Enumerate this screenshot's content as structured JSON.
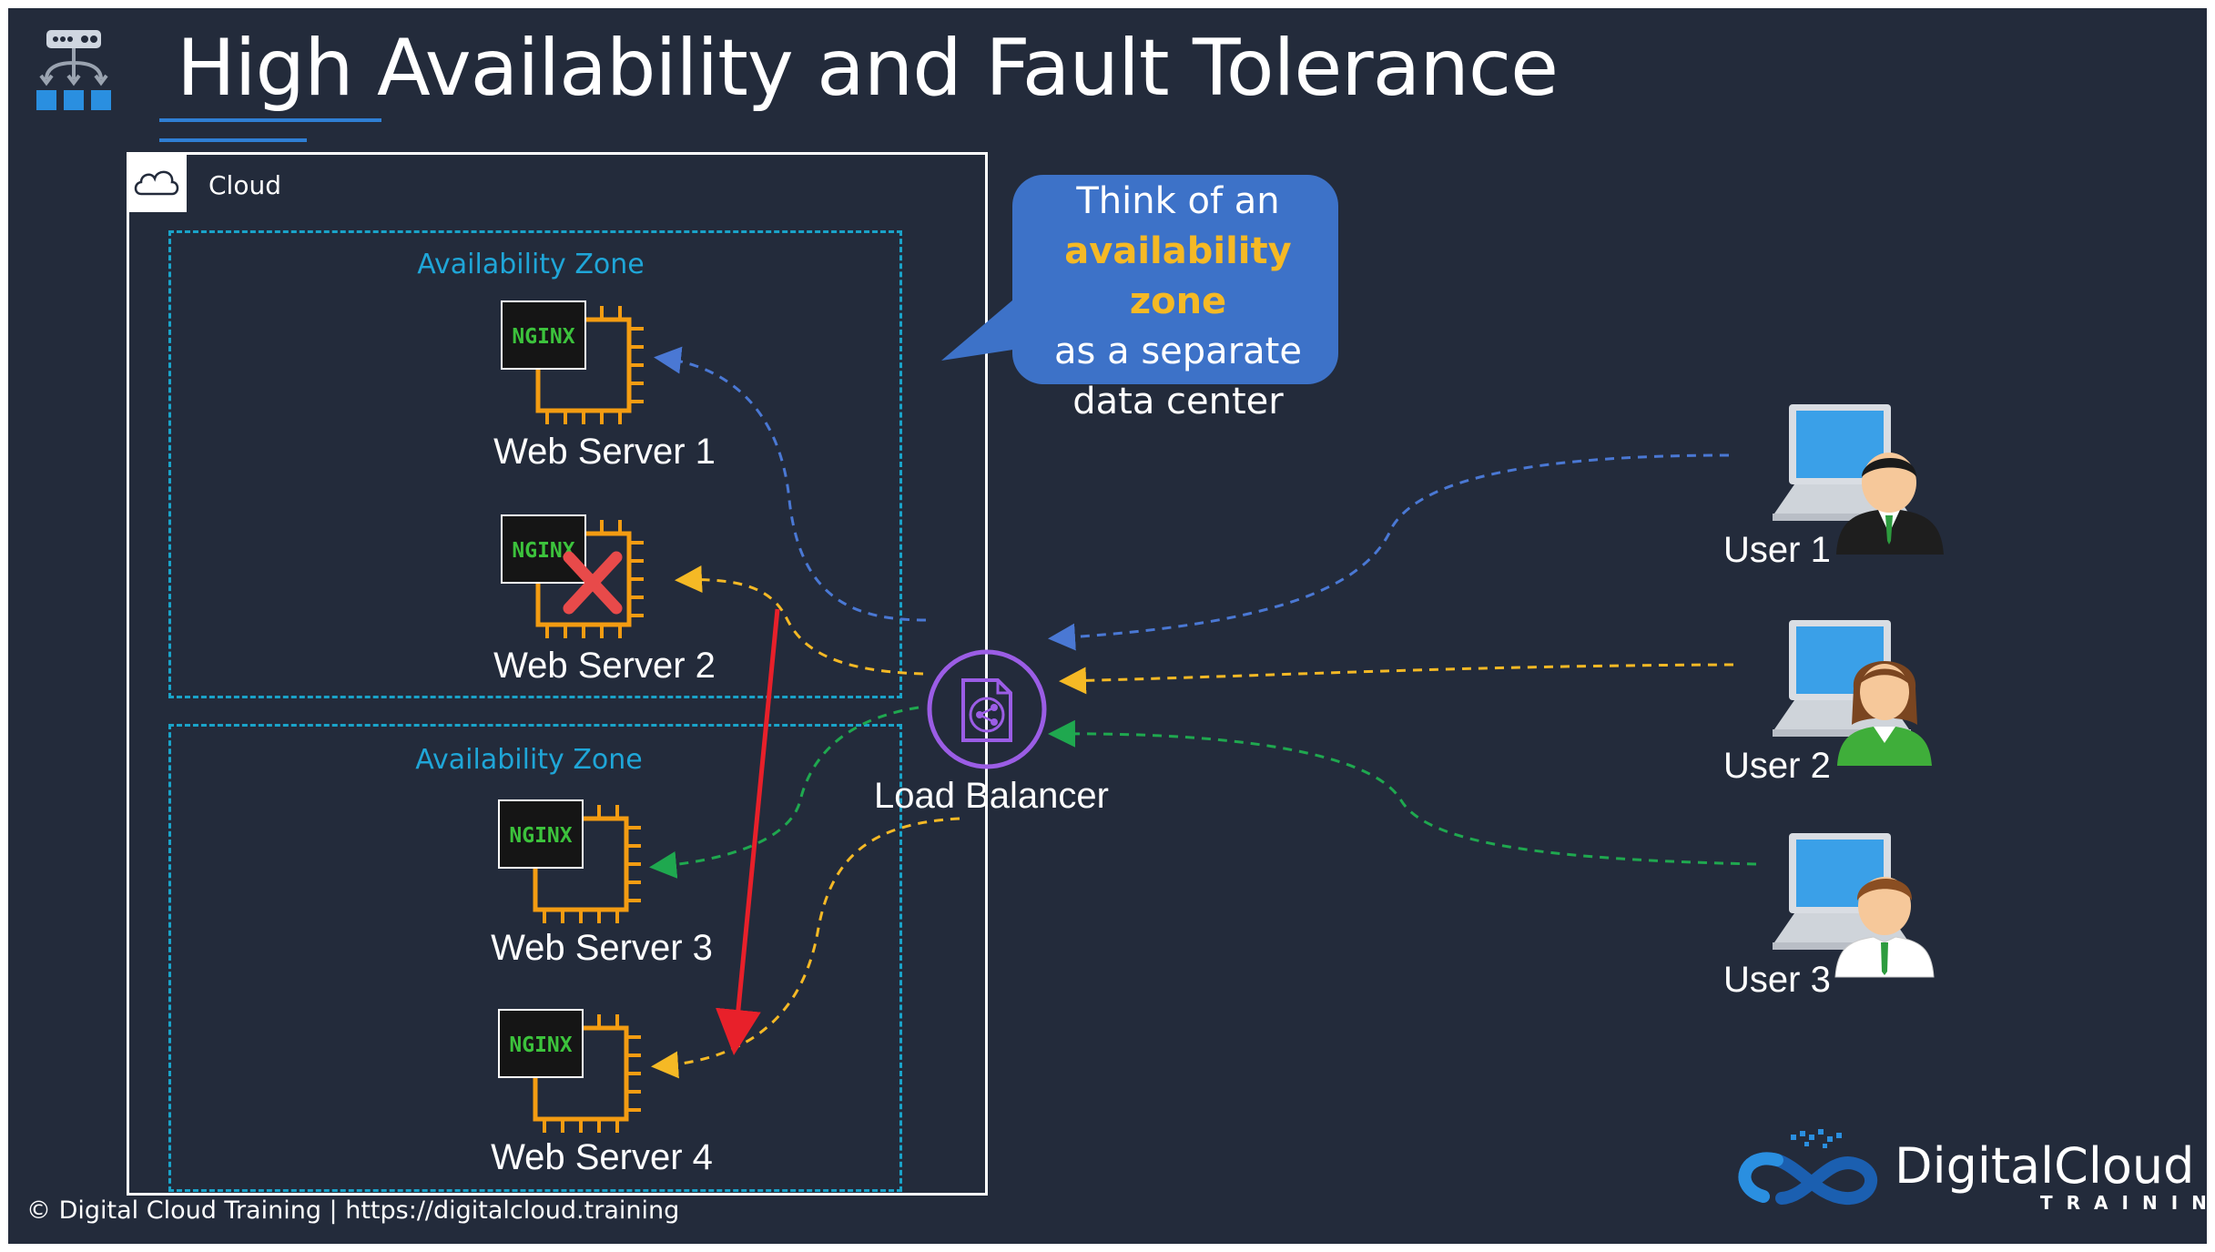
{
  "title": "High Availability and Fault Tolerance",
  "cloud": {
    "label": "Cloud"
  },
  "zones": [
    {
      "label": "Availability Zone"
    },
    {
      "label": "Availability Zone"
    }
  ],
  "servers": [
    {
      "label": "Web Server 1",
      "badge": "NGINX",
      "status": "healthy"
    },
    {
      "label": "Web Server 2",
      "badge": "NGINX",
      "status": "failed"
    },
    {
      "label": "Web Server 3",
      "badge": "NGINX",
      "status": "healthy"
    },
    {
      "label": "Web Server 4",
      "badge": "NGINX",
      "status": "healthy"
    }
  ],
  "load_balancer": {
    "label": "Load Balancer"
  },
  "users": [
    {
      "label": "User 1"
    },
    {
      "label": "User 2"
    },
    {
      "label": "User 3"
    }
  ],
  "callout": {
    "line1": "Think of an",
    "highlight": "availability zone",
    "line3": "as a separate",
    "line4": "data center"
  },
  "footer": {
    "copyright": "© Digital Cloud Training  | https://digitalcloud.training"
  },
  "brand": {
    "name": "DigitalCloud",
    "sub": "TRAINING"
  },
  "colors": {
    "background": "#232b3b",
    "flow_user1": "#4a78d4",
    "flow_user2": "#f5b925",
    "flow_user3": "#1fa84f",
    "failover": "#e8202a",
    "zone_border": "#1aa3c9",
    "chip": "#f39c12",
    "load_balancer": "#9b5de5",
    "callout": "#3d72c8"
  }
}
